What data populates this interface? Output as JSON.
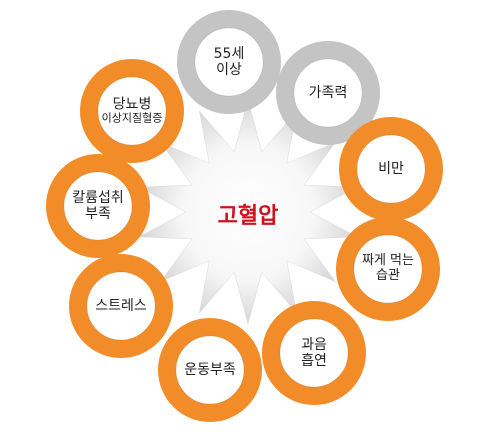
{
  "center": {
    "text": "고혈압",
    "color": "#d0111b"
  },
  "colors": {
    "orange": "#f28c28",
    "gray": "#c4c4c4",
    "burst_edge": "#d9d9d9"
  },
  "factors": [
    {
      "name": "factor-age",
      "lines": [
        "55세",
        "이상"
      ],
      "ring": "gray"
    },
    {
      "name": "factor-family-history",
      "lines": [
        "가족력"
      ],
      "ring": "gray"
    },
    {
      "name": "factor-obesity",
      "lines": [
        "비만"
      ],
      "ring": "orange"
    },
    {
      "name": "factor-salty-diet",
      "lines": [
        "짜게 먹는",
        "습관"
      ],
      "ring": "orange"
    },
    {
      "name": "factor-drinking-smoking",
      "lines": [
        "과음",
        "흡연"
      ],
      "ring": "orange"
    },
    {
      "name": "factor-lack-of-exercise",
      "lines": [
        "운동부족"
      ],
      "ring": "orange"
    },
    {
      "name": "factor-stress",
      "lines": [
        "스트레스"
      ],
      "ring": "orange"
    },
    {
      "name": "factor-low-calcium",
      "lines": [
        "칼륨섭취",
        "부족"
      ],
      "ring": "orange"
    },
    {
      "name": "factor-diabetes-dyslipidemia",
      "lines": [
        "당뇨병",
        "이상지질혈증"
      ],
      "ring": "orange"
    }
  ]
}
